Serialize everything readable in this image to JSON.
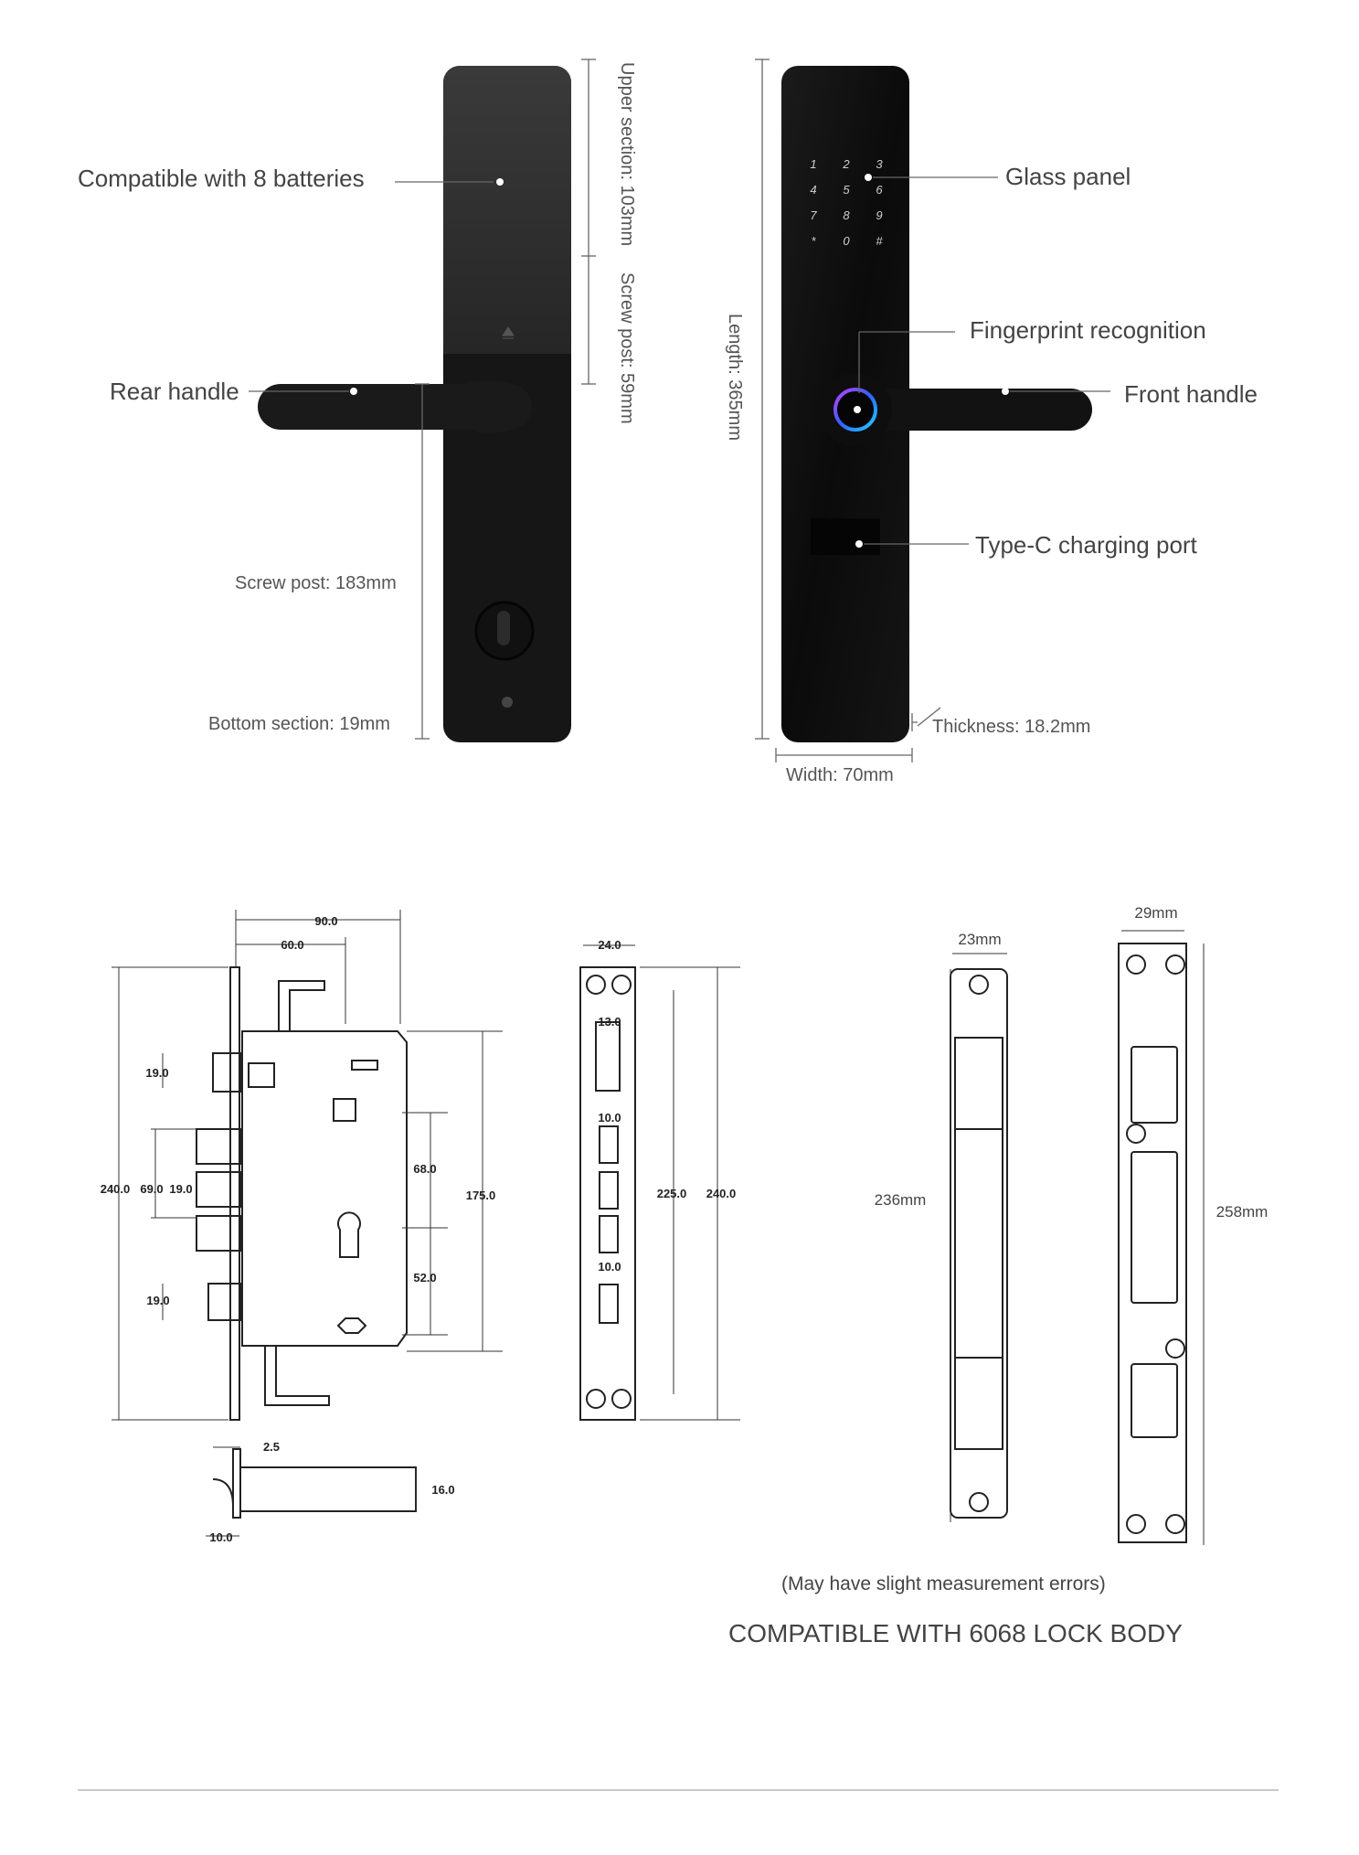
{
  "product_views": {
    "rear": {
      "batteries": "Compatible with 8 batteries",
      "rear_handle": "Rear handle",
      "screw_post_long": "Screw post: 183mm",
      "bottom_section": "Bottom section: 19mm",
      "upper_section": "Upper section: 103mm",
      "screw_post_short": "Screw post: 59mm"
    },
    "front": {
      "glass_panel": "Glass panel",
      "fingerprint": "Fingerprint recognition",
      "front_handle": "Front handle",
      "type_c": "Type-C charging port",
      "length": "Length: 365mm",
      "thickness": "Thickness: 18.2mm",
      "width": "Width: 70mm",
      "keypad": [
        "1",
        "2",
        "3",
        "4",
        "5",
        "6",
        "7",
        "8",
        "9",
        "*",
        "0",
        "#"
      ]
    }
  },
  "lock_body": {
    "width_outer": "90.0",
    "width_inner": "60.0",
    "latch_19": "19.0",
    "height_240": "240.0",
    "gap_69": "69.0",
    "gap_19": "19.0",
    "bottom_19": "19.0",
    "body_175": "175.0",
    "upper_68": "68.0",
    "lower_52": "52.0",
    "thick_2_5": "2.5",
    "depth_16": "16.0",
    "offset_10": "10.0"
  },
  "faceplate": {
    "width": "24.0",
    "slot_13": "13.0",
    "slot_10a": "10.0",
    "slot_10b": "10.0",
    "height_225": "225.0",
    "height_240": "240.0"
  },
  "strike_plates": {
    "narrow_width": "23mm",
    "narrow_height": "236mm",
    "wide_width": "29mm",
    "wide_height": "258mm"
  },
  "notes": {
    "errors": "(May have slight measurement errors)",
    "compatible": "COMPATIBLE WITH 6068 LOCK BODY"
  },
  "colors": {
    "lock_body": "#141414",
    "line": "#555555"
  }
}
